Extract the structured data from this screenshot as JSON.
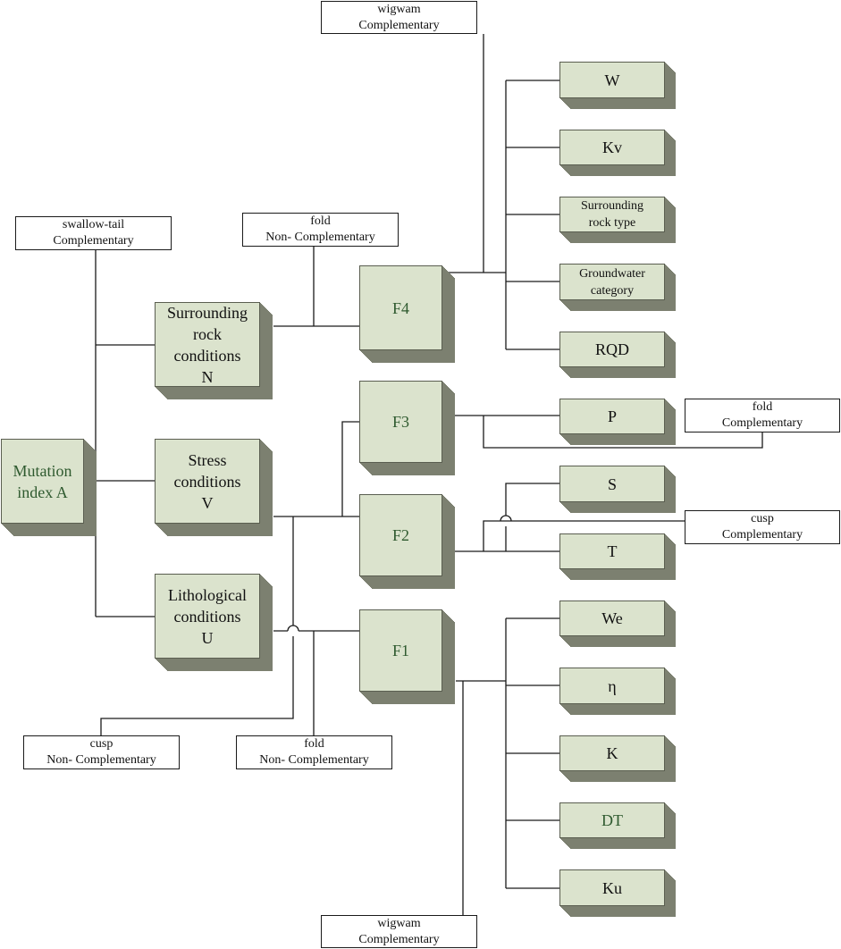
{
  "main": {
    "text": "Mutation index A"
  },
  "conditions": {
    "surrounding": {
      "line1": "Surrounding",
      "line2": "rock",
      "line3": "conditions",
      "line4": "N"
    },
    "stress": {
      "line1": "Stress",
      "line2": "conditions",
      "line3": "V"
    },
    "lithological": {
      "line1": "Lithological",
      "line2": "conditions",
      "line3": "U"
    }
  },
  "factors": {
    "f4": "F4",
    "f3": "F3",
    "f2": "F2",
    "f1": "F1"
  },
  "indicators": {
    "w": "W",
    "kv": "Kv",
    "surrounding_rock_type": {
      "line1": "Surrounding",
      "line2": "rock type"
    },
    "groundwater_category": {
      "line1": "Groundwater",
      "line2": "category"
    },
    "rqd": "RQD",
    "p": "P",
    "s": "S",
    "t": "T",
    "we": "We",
    "eta": "η",
    "k": "K",
    "dt": "DT",
    "ku": "Ku"
  },
  "labels": {
    "wigwam_top": {
      "line1": "wigwam",
      "line2": "Complementary"
    },
    "swallow_tail": {
      "line1": "swallow-tail",
      "line2": "Complementary"
    },
    "fold_f4": {
      "line1": "fold",
      "line2": "Non- Complementary"
    },
    "fold_f3": {
      "line1": "fold",
      "line2": "Complementary"
    },
    "cusp_f2": {
      "line1": "cusp",
      "line2": "Complementary"
    },
    "cusp_bottom": {
      "line1": "cusp",
      "line2": "Non- Complementary"
    },
    "fold_bottom": {
      "line1": "fold",
      "line2": "Non- Complementary"
    },
    "wigwam_bottom": {
      "line1": "wigwam",
      "line2": "Complementary"
    }
  }
}
